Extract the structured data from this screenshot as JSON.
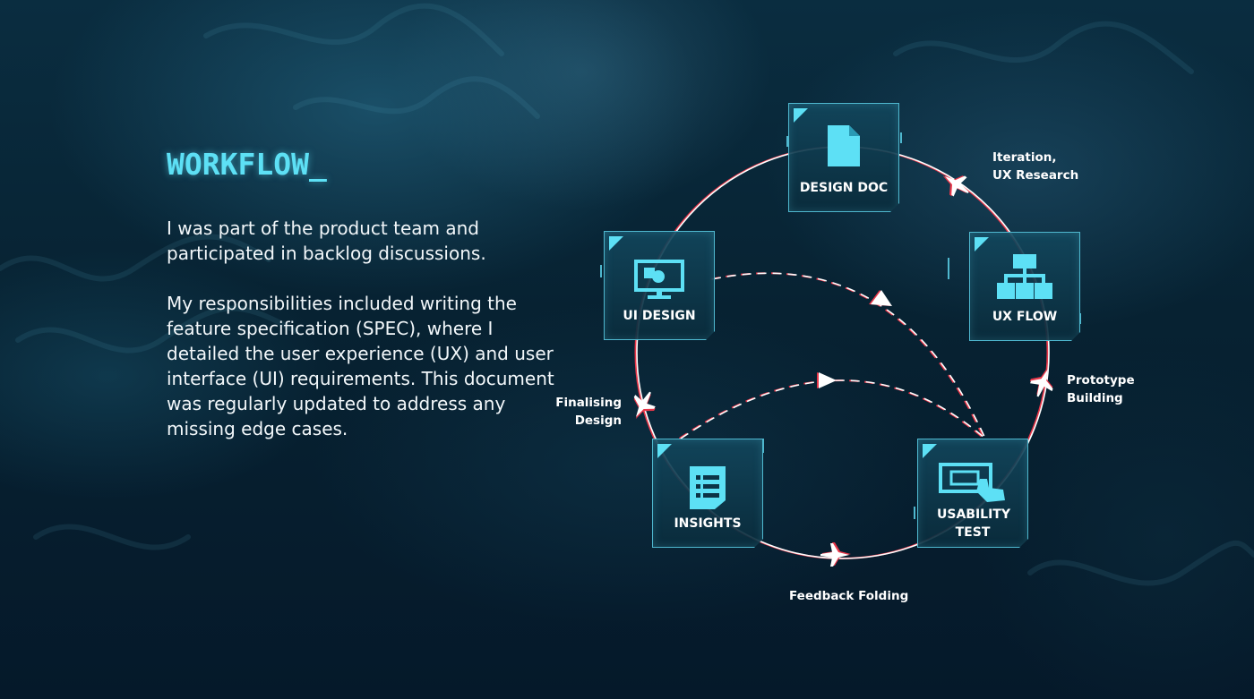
{
  "section": {
    "title": "WORKFLOW_",
    "paragraphs": [
      "I was part of the product team and participated in backlog discussions.",
      "My responsibilities included writing the feature specification (SPEC), where I detailed the user experience (UX) and user interface (UI) requirements. This document was regularly updated to address any missing edge cases."
    ]
  },
  "workflow": {
    "nodes": [
      {
        "label": "DESIGN DOC",
        "icon": "document-icon"
      },
      {
        "label": "UX FLOW",
        "icon": "flowchart-icon"
      },
      {
        "label": "USABILITY TEST",
        "icon": "touch-screen-icon"
      },
      {
        "label": "INSIGHTS",
        "icon": "list-document-icon"
      },
      {
        "label": "UI DESIGN",
        "icon": "monitor-icon"
      }
    ],
    "transitions": [
      {
        "line1": "Iteration,",
        "line2": "UX Research"
      },
      {
        "line1": "Prototype",
        "line2": "Building"
      },
      {
        "line1": "Feedback Folding",
        "line2": ""
      },
      {
        "line1": "Finalising",
        "line2": "Design"
      }
    ]
  },
  "colors": {
    "accent": "#5de0f5",
    "background": "#061a26",
    "card_border": "#4fb8cf",
    "loop_line": "#ffffff"
  }
}
